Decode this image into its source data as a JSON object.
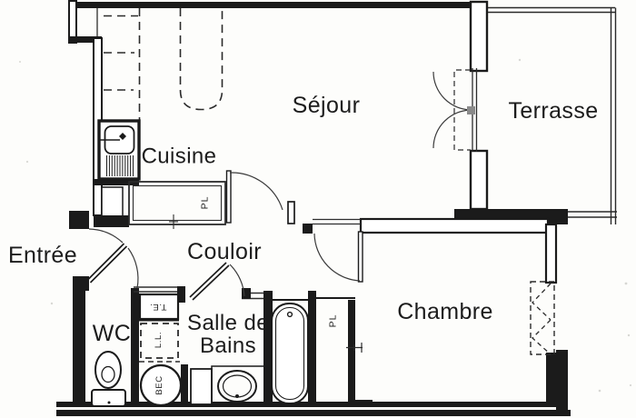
{
  "title": "Plan d'appartement (scan)",
  "colors": {
    "wall": "#1b1b1b",
    "thin_line": "#2e2e2e",
    "paper": "#fdfdfb",
    "door_handle_grey": "#8a8a8a"
  },
  "rooms": {
    "sejour": {
      "label": "Séjour"
    },
    "terrasse": {
      "label": "Terrasse"
    },
    "cuisine": {
      "label": "Cuisine"
    },
    "entree": {
      "label": "Entrée"
    },
    "couloir": {
      "label": "Couloir"
    },
    "wc": {
      "label": "WC"
    },
    "salle_de_bains": {
      "label": "Salle de\nBains"
    },
    "chambre": {
      "label": "Chambre"
    }
  },
  "annotations": {
    "closet_kitchen": "PL",
    "closet_chambre": "PL",
    "tableau_electrique": "T.E.",
    "lave_linge": "L.L.",
    "ballon_eau_chaude": "BEC"
  },
  "fixtures": [
    "kitchen-sink-icon",
    "toilet-icon",
    "washbasin-icon",
    "bathtub-icon",
    "water-heater-circle",
    "washing-machine-dashed-box",
    "electrical-panel-box",
    "door-swing-arcs",
    "french-double-door",
    "casement-window"
  ]
}
